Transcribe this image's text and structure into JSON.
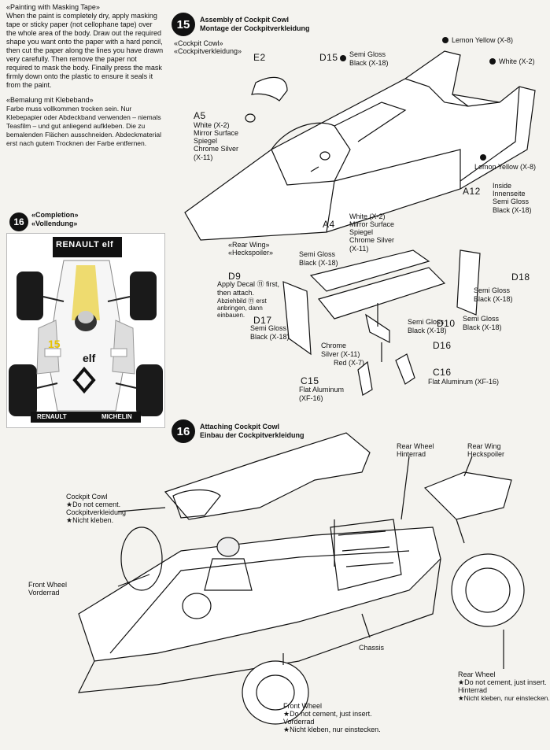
{
  "painting": {
    "heading": "«Painting with Masking Tape»",
    "body": "When the paint is completely dry, apply masking tape or sticky paper (not cellophane tape) over the whole area of the body. Draw out the required shape you want onto the paper with a hard pencil, then cut the paper along the lines you have drawn very carefully. Then remove the paper not required to mask the body. Finally press the mask firmly down onto the plastic to ensure it seals it from the paint.",
    "heading_de": "«Bemalung mit Klebeband»",
    "body_de": "Farbe muss vollkommen trocken sein. Nur Klebepapier oder Abdeckband verwenden – niemals Teasfilm – und gut anliegend aufkleben. Die zu bemalenden Flächen ausschneiden. Abdeckmaterial erst nach gutem Trocknen der Farbe entfernen."
  },
  "completion": {
    "number": "16",
    "title": "«Completion»",
    "title_de": "«Vollendung»",
    "wing_label": "RENAULT elf",
    "car_number": "15",
    "body_logo": "elf",
    "bottom_left": "RENAULT",
    "bottom_right": "MICHELIN"
  },
  "step15": {
    "number": "15",
    "title": "Assembly of Cockpit Cowl",
    "title_de": "Montage der Cockpitverkleidung",
    "cowl_label": "«Cockpit Cowl»",
    "cowl_label_de": "«Cockpitverkleidung»",
    "e2": "E2",
    "d15": "D15",
    "d15_color": "Semi Gloss Black (X-18)",
    "lemon1": "Lemon Yellow (X-8)",
    "white1": "White (X-2)",
    "a5": "A5",
    "a5_c1": "White (X-2)",
    "a5_c2": "Mirror Surface",
    "a5_c3": "Spiegel",
    "a5_c4": "Chrome Silver (X-11)",
    "lemon2": "Lemon Yellow (X-8)",
    "a12": "A12",
    "a12_c1": "Inside",
    "a12_c2": "Innenseite",
    "a12_c3": "Semi Gloss Black (X-18)",
    "a4": "A4",
    "a4_c1": "White (X-2)",
    "a4_c2": "Mirror Surface",
    "a4_c3": "Spiegel",
    "a4_c4": "Chrome Silver (X-11)",
    "wing_label": "«Rear Wing»",
    "wing_label_de": "«Heckspoiler»",
    "wing_top_color": "Semi Gloss Black (X-18)",
    "d9": "D9",
    "d9_note": "Apply Decal ⑪ first, then attach.",
    "d9_note_de": "Abziehbild ⑪ erst anbringen, dann einbauen.",
    "d18": "D18",
    "d18_color": "Semi Gloss Black (X-18)",
    "d17": "D17",
    "d17_color": "Semi Gloss Black (X-18)",
    "d10": "D10",
    "d10_color_left": "Semi Gloss Black (X-18)",
    "d10_color_right": "Semi Gloss Black (X-18)",
    "chrome": "Chrome Silver (X-11)",
    "red": "Red (X-7)",
    "d16": "D16",
    "c15": "C15",
    "c15_color": "Flat Aluminum (XF-16)",
    "c16": "C16",
    "c16_color": "Flat Aluminum (XF-16)"
  },
  "step16": {
    "number": "16",
    "title": "Attaching Cockpit Cowl",
    "title_de": "Einbau der Cockpitverkleidung",
    "cowl": "Cockpit Cowl",
    "cowl_n1": "★Do not cement.",
    "cowl_de": "Cockpitverkleidung",
    "cowl_n2": "★Nicht kleben.",
    "rear_wheel": "Rear Wheel",
    "rear_wheel_de": "Hinterrad",
    "rear_wing": "Rear Wing",
    "rear_wing_de": "Heckspoiler",
    "front_wheel_l": "Front Wheel",
    "front_wheel_l_de": "Vorderrad",
    "chassis": "Chassis",
    "rw2": "Rear Wheel",
    "rw2_n1": "★Do not cement, just insert.",
    "rw2_de": "Hinterrad",
    "rw2_n2": "★Nicht kleben, nur einstecken.",
    "fw2": "Front Wheel",
    "fw2_n1": "★Do not cement, just insert.",
    "fw2_de": "Vorderrad",
    "fw2_n2": "★Nicht kleben, nur einstecken."
  }
}
